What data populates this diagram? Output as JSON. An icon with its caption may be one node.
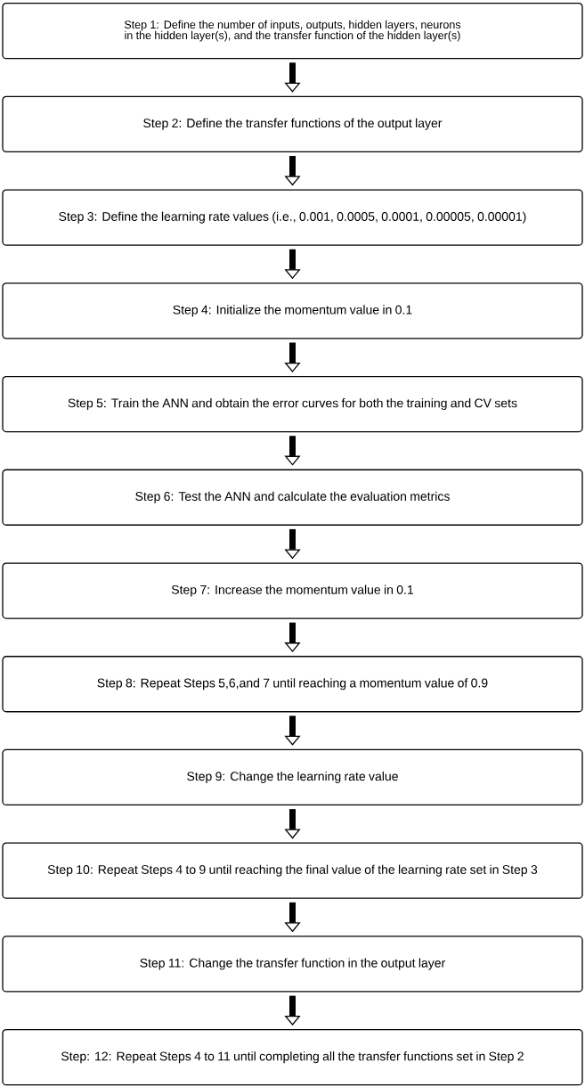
{
  "diagram": {
    "nodes": [
      {
        "text": [
          "Step 1: Define the number of inputs, outputs, hidden layers, neurons in the hidden layer(s), and the transfer function of the hidden layer(s)"
        ]
      },
      {
        "text": [
          "Step 2: Define the transfer functions of the output layer"
        ]
      },
      {
        "text": [
          "Step 3: Define the learning rate values (i.e., 0.001, 0.0005, 0.0001, 0.00005, 0.00001)"
        ]
      },
      {
        "text": [
          "Step 4: Initialize the momentum value in 0.1"
        ]
      },
      {
        "text": [
          "Step 5: Train the ANN and obtain the error curves for both the training and CV sets"
        ]
      },
      {
        "text": [
          "Step 6: Test the ANN and calculate the evaluation metrics"
        ]
      },
      {
        "text": [
          "Step 7: Increase the momentum value in 0.1"
        ]
      },
      {
        "text": [
          "Step 8: Repeat Steps 5,6,and 7 until reaching a momentum value of 0.9"
        ]
      },
      {
        "text": [
          "Step 9: Change the learning rate value"
        ]
      },
      {
        "text": [
          "Step 10: Repeat Steps 4 to 9 until reaching the final value of the learning rate set in Step 3"
        ]
      },
      {
        "text": [
          "Step 11: Change the transfer function in the output layer"
        ]
      },
      {
        "text": [
          "Step: 12: Repeat Steps 4 to 11 until completing all the transfer functions set in Step 2"
        ]
      }
    ],
    "edges": [
      {
        "from": 0,
        "to": 1,
        "arrow": "to"
      },
      {
        "from": 1,
        "to": 2,
        "arrow": "to"
      },
      {
        "from": 2,
        "to": 3,
        "arrow": "to"
      },
      {
        "from": 3,
        "to": 4,
        "arrow": "to"
      },
      {
        "from": 4,
        "to": 5,
        "arrow": "to"
      },
      {
        "from": 5,
        "to": 6,
        "arrow": "to"
      },
      {
        "from": 6,
        "to": 7,
        "arrow": "to"
      },
      {
        "from": 7,
        "to": 8,
        "arrow": "to"
      },
      {
        "from": 8,
        "to": 9,
        "arrow": "to"
      },
      {
        "from": 9,
        "to": 10,
        "arrow": "to"
      },
      {
        "from": 10,
        "to": 11,
        "arrow": "to"
      }
    ]
  }
}
